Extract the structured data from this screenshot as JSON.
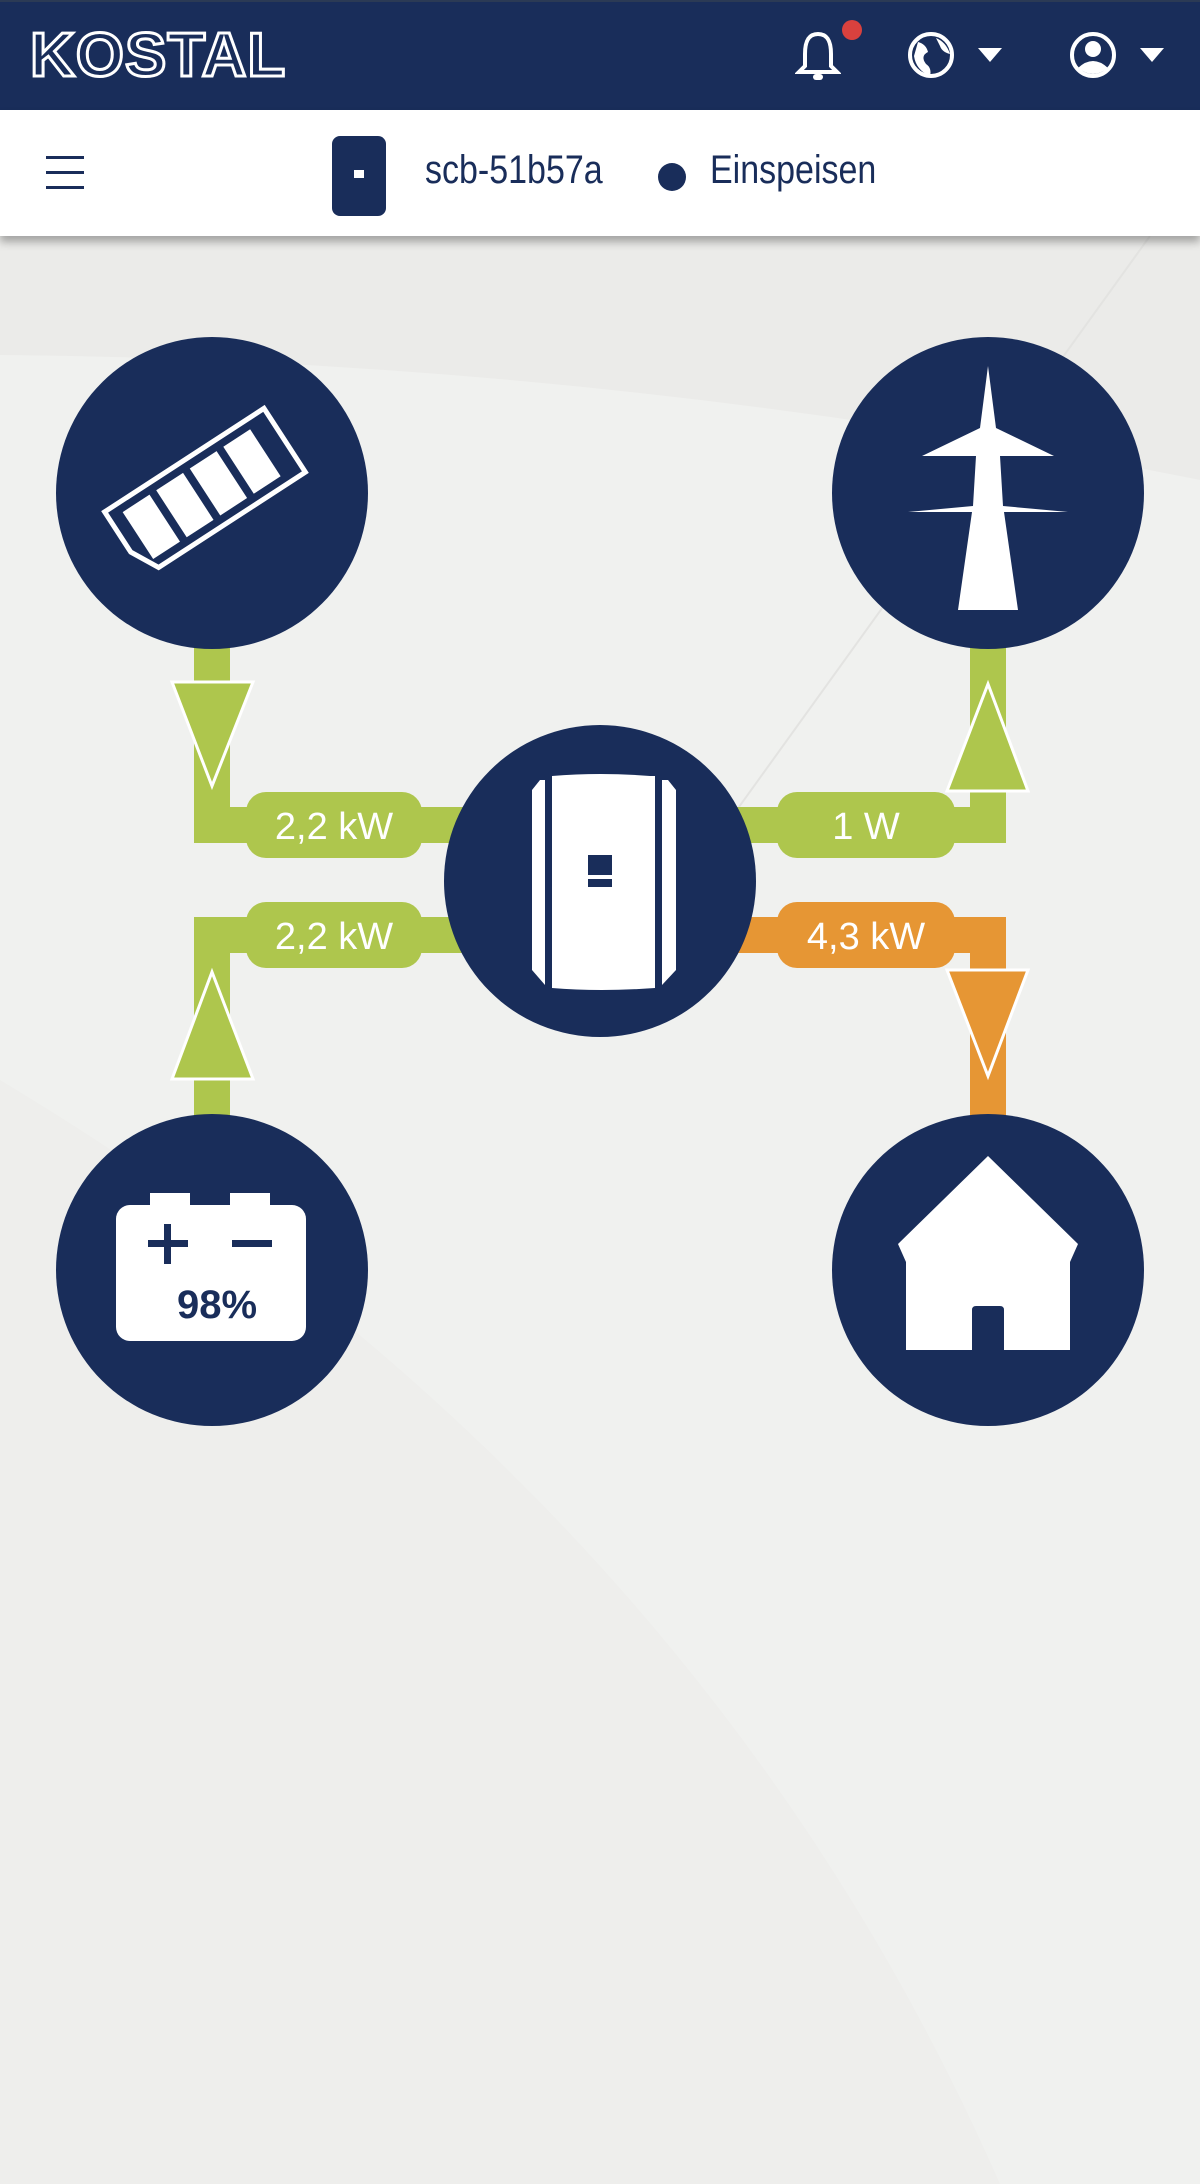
{
  "header": {
    "logo": "KOSTAL",
    "notification_badge": true
  },
  "subheader": {
    "device_name": "scb-51b57a",
    "status": "Einspeisen"
  },
  "flow": {
    "pv_to_inverter": "2,2 kW",
    "battery_to_inverter": "2,2 kW",
    "inverter_to_grid": "1 W",
    "inverter_to_home": "4,3 kW",
    "battery_soc": "98%"
  },
  "colors": {
    "brand": "#192d5a",
    "green": "#aec64d",
    "orange": "#e69634",
    "badge": "#d9413e"
  }
}
